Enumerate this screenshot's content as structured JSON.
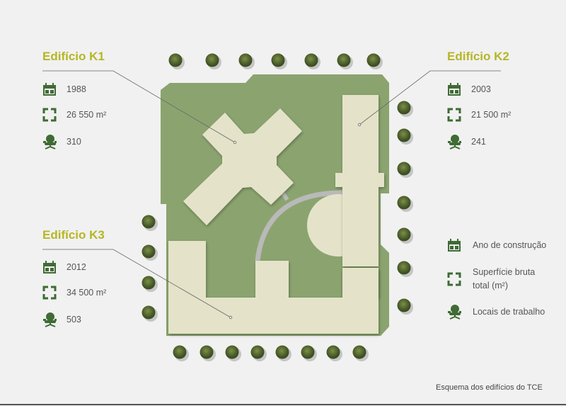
{
  "buildings": [
    {
      "name": "Edifício K1",
      "year": "1988",
      "area": "26 550 m²",
      "workplaces": "310"
    },
    {
      "name": "Edifício K2",
      "year": "2003",
      "area": "21 500 m²",
      "workplaces": "241"
    },
    {
      "name": "Edifício K3",
      "year": "2012",
      "area": "34 500 m²",
      "workplaces": "503"
    }
  ],
  "legend": {
    "year": "Ano de construção",
    "area_l1": "Superfície bruta",
    "area_l2": "total (m²)",
    "workplaces": "Locais de trabalho"
  },
  "caption": "Esquema dos edifícios do TCE",
  "colors": {
    "accent": "#b5b626",
    "icon": "#3f6b35",
    "lawn": "#8ba46f",
    "building": "#e4e3c9"
  }
}
